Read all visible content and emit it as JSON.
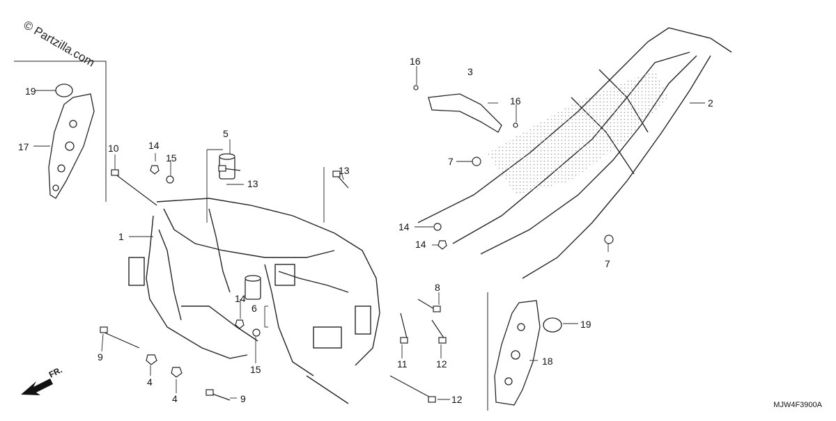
{
  "watermark": "© Partzilla.com",
  "diagram_code": "MJW4F3900A",
  "direction_label": "FR.",
  "callouts": [
    {
      "id": "c1",
      "text": "1"
    },
    {
      "id": "c2",
      "text": "2"
    },
    {
      "id": "c3",
      "text": "3"
    },
    {
      "id": "c4a",
      "text": "4"
    },
    {
      "id": "c4b",
      "text": "4"
    },
    {
      "id": "c5",
      "text": "5"
    },
    {
      "id": "c6",
      "text": "6"
    },
    {
      "id": "c7a",
      "text": "7"
    },
    {
      "id": "c7b",
      "text": "7"
    },
    {
      "id": "c8",
      "text": "8"
    },
    {
      "id": "c9a",
      "text": "9"
    },
    {
      "id": "c9b",
      "text": "9"
    },
    {
      "id": "c10",
      "text": "10"
    },
    {
      "id": "c11",
      "text": "11"
    },
    {
      "id": "c12a",
      "text": "12"
    },
    {
      "id": "c12b",
      "text": "12"
    },
    {
      "id": "c13a",
      "text": "13"
    },
    {
      "id": "c13b",
      "text": "13"
    },
    {
      "id": "c14a",
      "text": "14"
    },
    {
      "id": "c14b",
      "text": "14"
    },
    {
      "id": "c14c",
      "text": "14"
    },
    {
      "id": "c14d",
      "text": "14"
    },
    {
      "id": "c15a",
      "text": "15"
    },
    {
      "id": "c15b",
      "text": "15"
    },
    {
      "id": "c16a",
      "text": "16"
    },
    {
      "id": "c16b",
      "text": "16"
    },
    {
      "id": "c17",
      "text": "17"
    },
    {
      "id": "c18",
      "text": "18"
    },
    {
      "id": "c19a",
      "text": "19"
    },
    {
      "id": "c19b",
      "text": "19"
    }
  ]
}
